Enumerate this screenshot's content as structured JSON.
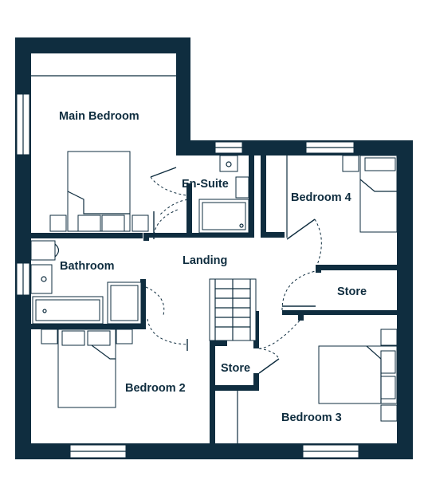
{
  "rooms": {
    "main_bedroom": "Main Bedroom",
    "en_suite": "En-Suite",
    "bedroom_4": "Bedroom 4",
    "bathroom": "Bathroom",
    "landing": "Landing",
    "store_right": "Store",
    "store_center": "Store",
    "bedroom_2": "Bedroom 2",
    "bedroom_3": "Bedroom 3"
  },
  "colors": {
    "wall": "#0f2d3f",
    "background": "#ffffff"
  }
}
